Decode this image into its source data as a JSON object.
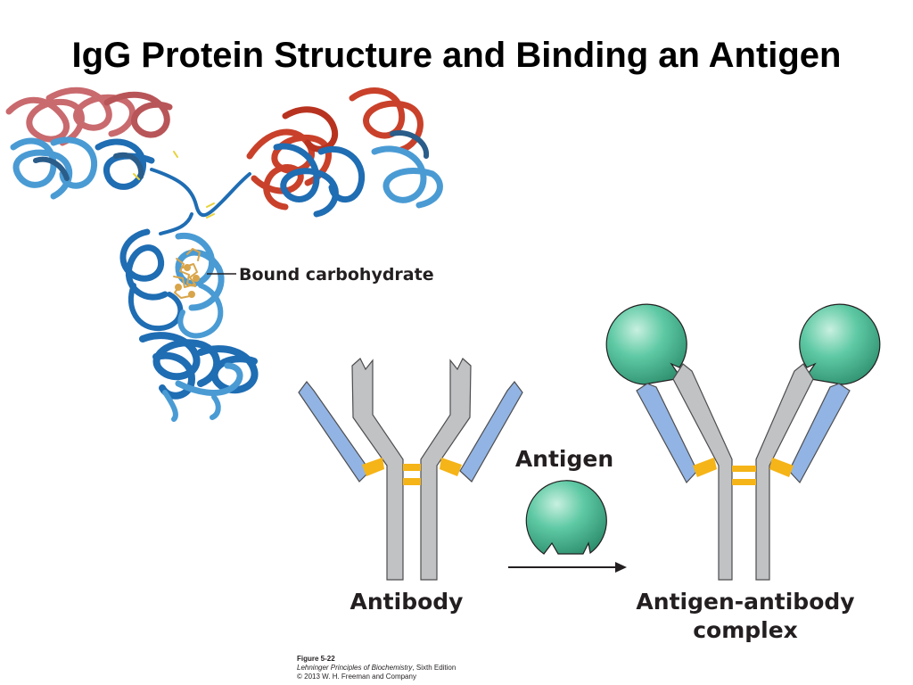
{
  "title": "IgG Protein Structure and Binding an Antigen",
  "labels": {
    "carbohydrate": "Bound carbohydrate",
    "antibody": "Antibody",
    "antigen": "Antigen",
    "complex_line1": "Antigen-antibody",
    "complex_line2": "complex"
  },
  "credit": {
    "figure": "Figure 5-22",
    "book": "Lehninger Principles of Biochemistry",
    "edition": ", Sixth Edition",
    "copyright": "© 2013 W. H. Freeman and Company"
  },
  "colors": {
    "heavy_chain": "#c0c2c4",
    "light_chain": "#92b4e4",
    "disulfide": "#f5b417",
    "antigen": "#5ec9a4",
    "ribbon_blue": "#1f6db3",
    "ribbon_light_blue": "#4a9bd4",
    "ribbon_red": "#c9412a",
    "ribbon_pink": "#c96a6e",
    "carbohydrate": "#d9a54a"
  }
}
